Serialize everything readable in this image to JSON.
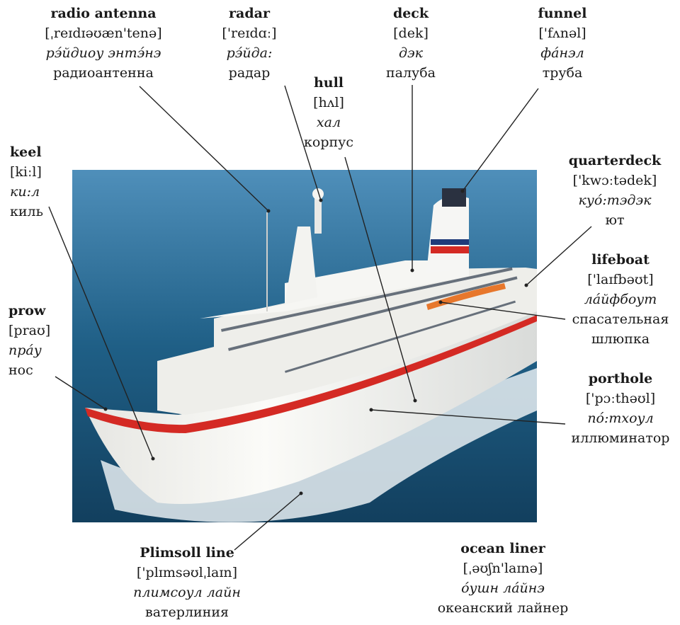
{
  "colors": {
    "sea": "#1f5f86",
    "sky": "#6fa3c4",
    "hull": "#f3f3f1",
    "stripe": "#d42a24",
    "leader": "#222222"
  },
  "labels": {
    "radio_antenna": {
      "term": "radio antenna",
      "pron": "[ˌreɪdɪəʊæn'tenə]",
      "translit": "рэ́йдиоу энтэ́нэ",
      "ru": "радиоантенна"
    },
    "radar": {
      "term": "radar",
      "pron": "['reɪdɑː]",
      "translit": "рэ́йда:",
      "ru": "радар"
    },
    "deck": {
      "term": "deck",
      "pron": "[dek]",
      "translit": "дэк",
      "ru": "палуба"
    },
    "funnel": {
      "term": "funnel",
      "pron": "['fʌnəl]",
      "translit": "фа́нэл",
      "ru": "труба"
    },
    "hull": {
      "term": "hull",
      "pron": "[hʌl]",
      "translit": "хал",
      "ru": "корпус"
    },
    "keel": {
      "term": "keel",
      "pron": "[kiːl]",
      "translit": "ки:л",
      "ru": "киль"
    },
    "quarterdeck": {
      "term": "quarterdeck",
      "pron": "['kwɔːtədek]",
      "translit": "куо́:тэдэк",
      "ru": "ют"
    },
    "lifeboat": {
      "term": "lifeboat",
      "pron": "['laɪfbəʊt]",
      "translit": "ла́йфбоут",
      "ru_line1": "спасательная",
      "ru_line2": "шлюпка"
    },
    "prow": {
      "term": "prow",
      "pron": "[praʊ]",
      "translit": "пра́у",
      "ru": "нос"
    },
    "porthole": {
      "term": "porthole",
      "pron": "['pɔːthəʊl]",
      "translit": "по́:тхоул",
      "ru": "иллюминатор"
    },
    "plimsoll": {
      "term": "Plimsoll line",
      "pron": "['plɪmsəʊlˌlaɪn]",
      "translit": "плимсоул лайн",
      "ru": "ватерлиния"
    },
    "ocean_liner": {
      "term": "ocean liner",
      "pron": "[ˌəʊʃn'laɪnə]",
      "translit": "о́ушн ла́йнэ",
      "ru": "океанский лайнер"
    }
  }
}
